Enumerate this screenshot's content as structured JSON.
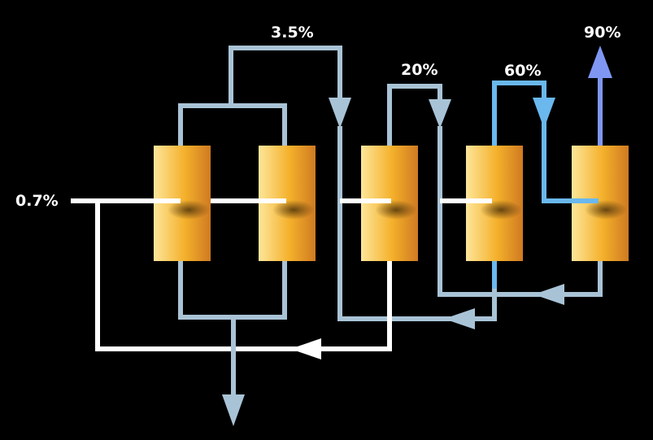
{
  "labels": {
    "feed": "0.7%",
    "stage2": "3.5%",
    "stage3": "20%",
    "stage4": "60%",
    "product": "90%"
  },
  "colors": {
    "background": "#000000",
    "feed_line": "#ffffff",
    "tails_line": "#a9c3d6",
    "enriched_60_line": "#6ab8ee",
    "product_arrow": "#7f97f3",
    "column_light": "#fde69a",
    "column_mid": "#f4b02a",
    "column_dark": "#cf7a22"
  },
  "icons": [
    "centrifuge-column",
    "flow-arrow"
  ]
}
